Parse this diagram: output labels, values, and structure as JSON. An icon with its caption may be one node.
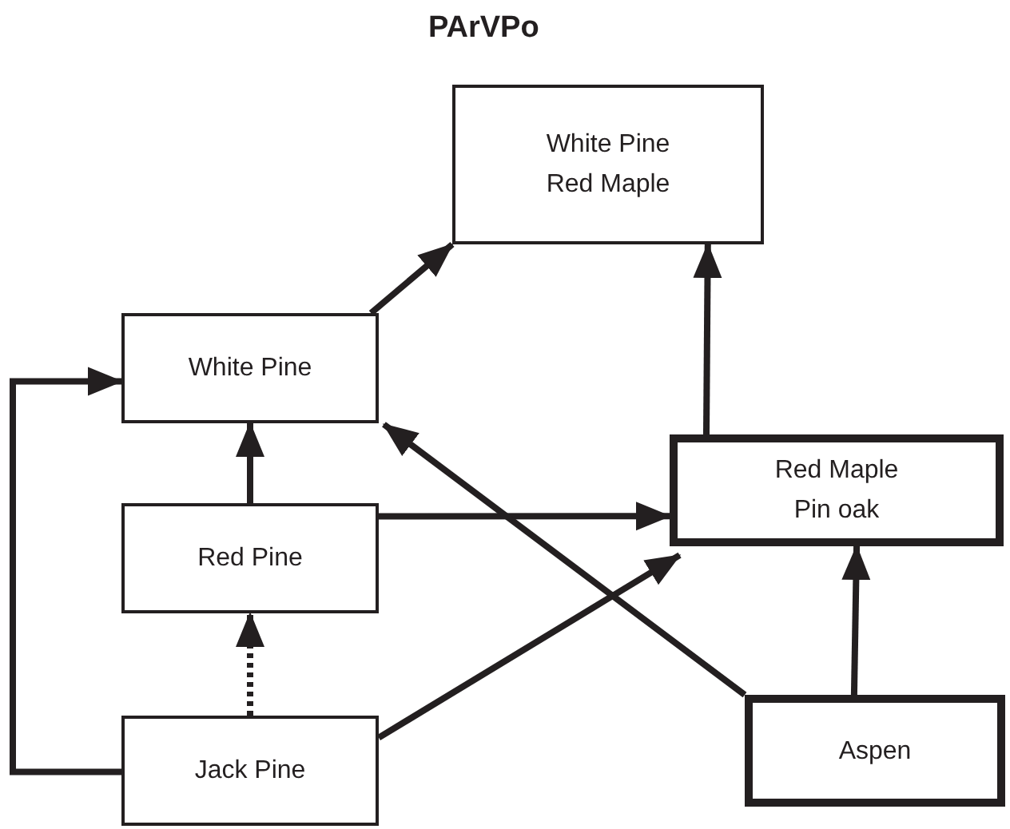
{
  "diagram": {
    "title": "PArVPo",
    "nodes": [
      {
        "text": [
          "White Pine Red Maple"
        ]
      },
      {
        "text": [
          "White Pine"
        ]
      },
      {
        "text": [
          "Red Pine"
        ]
      },
      {
        "text": [
          "Red Maple Pin oak"
        ]
      },
      {
        "text": [
          "Jack Pine"
        ]
      },
      {
        "text": [
          "Aspen"
        ]
      }
    ],
    "edges": [
      {
        "from": 1,
        "to": 0,
        "arrow": "to"
      },
      {
        "from": 3,
        "to": 0,
        "arrow": "to"
      },
      {
        "from": 2,
        "to": 1,
        "arrow": "to"
      },
      {
        "from": 4,
        "to": 2,
        "arrow": "to",
        "style": "dashed"
      },
      {
        "from": 4,
        "to": 1,
        "arrow": "to"
      },
      {
        "from": 2,
        "to": 3,
        "arrow": "to"
      },
      {
        "from": 4,
        "to": 3,
        "arrow": "to"
      },
      {
        "from": 5,
        "to": 1,
        "arrow": "to"
      },
      {
        "from": 5,
        "to": 3,
        "arrow": "to"
      }
    ]
  }
}
